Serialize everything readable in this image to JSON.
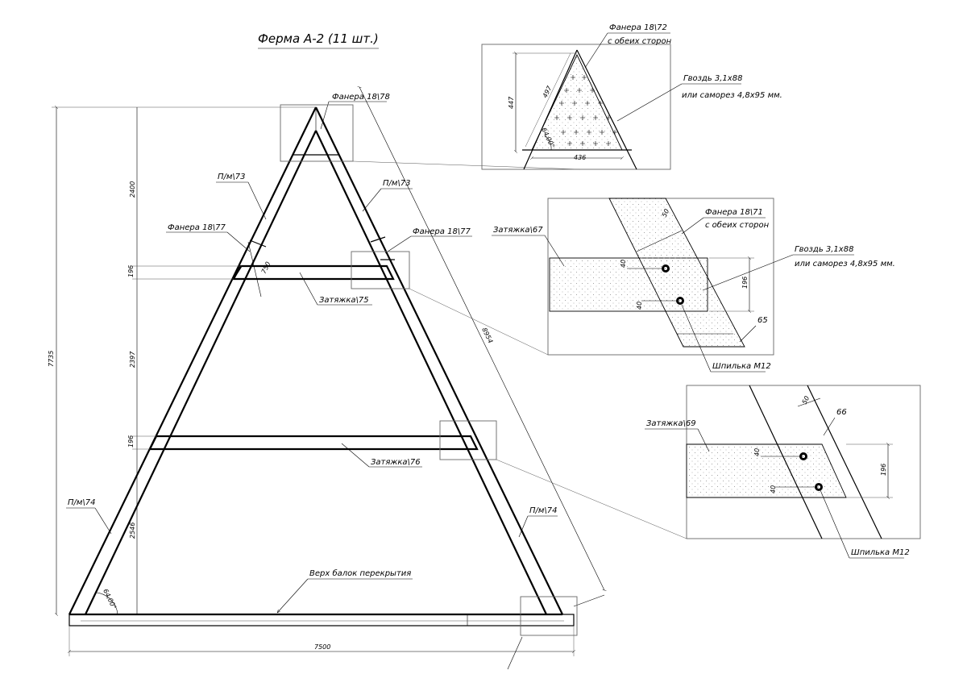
{
  "title": "Ферма А-2 (11 шт.)",
  "labels": {
    "plywood_apex": "Фанера 18\\78",
    "pm73_left": "П/м\\73",
    "pm73_right": "П/м\\73",
    "plywood_77_left": "Фанера 18\\77",
    "plywood_77_right": "Фанера 18\\77",
    "tie_75": "Затяжка\\75",
    "tie_76": "Затяжка\\76",
    "pm74_left": "П/м\\74",
    "pm74_right": "П/м\\74",
    "beam_top": "Верх балок перекрытия"
  },
  "dimensions": {
    "total_height": "7735",
    "seg_2400": "2400",
    "seg_196_a": "196",
    "seg_2397": "2397",
    "seg_196_b": "196",
    "seg_2546": "2546",
    "base_width": "7500",
    "diagonal": "8954",
    "plate_750": "750",
    "angle_base": "64,00°"
  },
  "detail_apex": {
    "plywood": "Фанера 18\\72",
    "both_sides": "с обеих сторон",
    "nail": "Гвоздь 3,1х88",
    "screw": "или саморез 4,8х95 мм.",
    "dim_447": "447",
    "dim_497": "497",
    "dim_436": "436",
    "angle": "64,00°"
  },
  "detail_upper_tie": {
    "tie": "Затяжка\\67",
    "plywood": "Фанера 18\\71",
    "both_sides": "с обеих сторон",
    "nail": "Гвоздь 3,1х88",
    "screw": "или саморез 4,8х95 мм.",
    "dim_50": "50",
    "dim_40a": "40",
    "dim_40b": "40",
    "dim_196": "196",
    "dim_65": "65",
    "stud": "Шпилька М12"
  },
  "detail_lower_tie": {
    "tie": "Затяжка\\69",
    "dim_50": "50",
    "dim_66": "66",
    "dim_40a": "40",
    "dim_40b": "40",
    "dim_196": "196",
    "stud": "Шпилька М12"
  }
}
